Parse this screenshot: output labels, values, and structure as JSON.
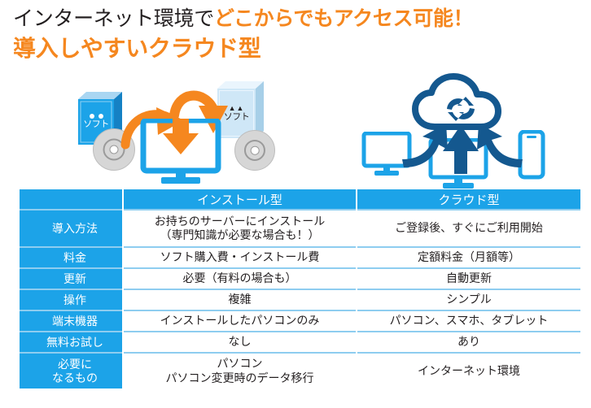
{
  "heading": {
    "line1_black": "インターネット環境で",
    "line1_orange": "どこからでもアクセス可能！",
    "line2_orange": "導入しやすいクラウド型"
  },
  "illustration": {
    "left_scene_name": "install-type-illustration",
    "right_scene_name": "cloud-type-illustration",
    "software_box_left_label": "ソフト",
    "software_box_right_tris": "▲▲",
    "software_box_right_label": "ソフト",
    "cloud_icon": "cloud-sync-icon",
    "monitor_icon": "monitor-icon",
    "smartphone_icon": "smartphone-icon",
    "disc_icon": "cd-disc-icon",
    "arrow_icon": "curved-arrow-icon"
  },
  "colors": {
    "accent_blue": "#1CA3E8",
    "deep_blue": "#14588F",
    "light_blue": "#8ecdf0",
    "orange": "#F5871F",
    "text_dark": "#231f20",
    "box_fill_light": "#cfe7f7",
    "disc_gray": "#d6d6d6"
  },
  "table": {
    "header": {
      "label_col": "",
      "install": "インストール型",
      "cloud": "クラウド型"
    },
    "rows": [
      {
        "label": "導入方法",
        "install": "お持ちのサーバーにインストール\n（専門知識が必要な場合も！）",
        "cloud": "ご登録後、すぐにご利用開始"
      },
      {
        "label": "料金",
        "install": "ソフト購入費・インストール費",
        "cloud": "定額料金（月額等）"
      },
      {
        "label": "更新",
        "install": "必要（有料の場合も）",
        "cloud": "自動更新"
      },
      {
        "label": "操作",
        "install": "複雑",
        "cloud": "シンプル"
      },
      {
        "label": "端末機器",
        "install": "インストールしたパソコンのみ",
        "cloud": "パソコン、スマホ、タブレット"
      },
      {
        "label": "無料お試し",
        "install": "なし",
        "cloud": "あり"
      },
      {
        "label": "必要に\nなるもの",
        "install": "パソコン\nパソコン変更時のデータ移行",
        "cloud": "インターネット環境"
      }
    ]
  }
}
